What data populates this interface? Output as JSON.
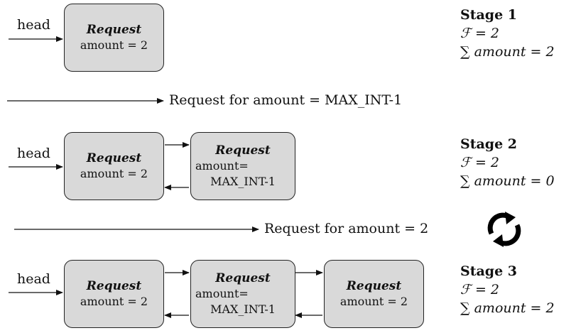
{
  "head_label": "head",
  "transitions": {
    "first": "Request for amount = MAX_INT-1",
    "second": "Request for amount = 2"
  },
  "stages": [
    {
      "title": "Stage 1",
      "f_line": "ℱ = 2",
      "sum_line": "∑ amount = 2",
      "nodes": [
        {
          "title": "Request",
          "amount": "amount = 2"
        }
      ]
    },
    {
      "title": "Stage 2",
      "f_line": "ℱ = 2",
      "sum_line": "∑ amount = 0",
      "nodes": [
        {
          "title": "Request",
          "amount": "amount = 2"
        },
        {
          "title": "Request",
          "amount_label": "amount=",
          "amount_value": "MAX_INT-1"
        }
      ]
    },
    {
      "title": "Stage 3",
      "f_line": "ℱ = 2",
      "sum_line": "∑ amount = 2",
      "nodes": [
        {
          "title": "Request",
          "amount": "amount = 2"
        },
        {
          "title": "Request",
          "amount_label": "amount=",
          "amount_value": "MAX_INT-1"
        },
        {
          "title": "Request",
          "amount": "amount = 2"
        }
      ]
    }
  ],
  "icons": {
    "cycle": "refresh-cycle-icon"
  }
}
